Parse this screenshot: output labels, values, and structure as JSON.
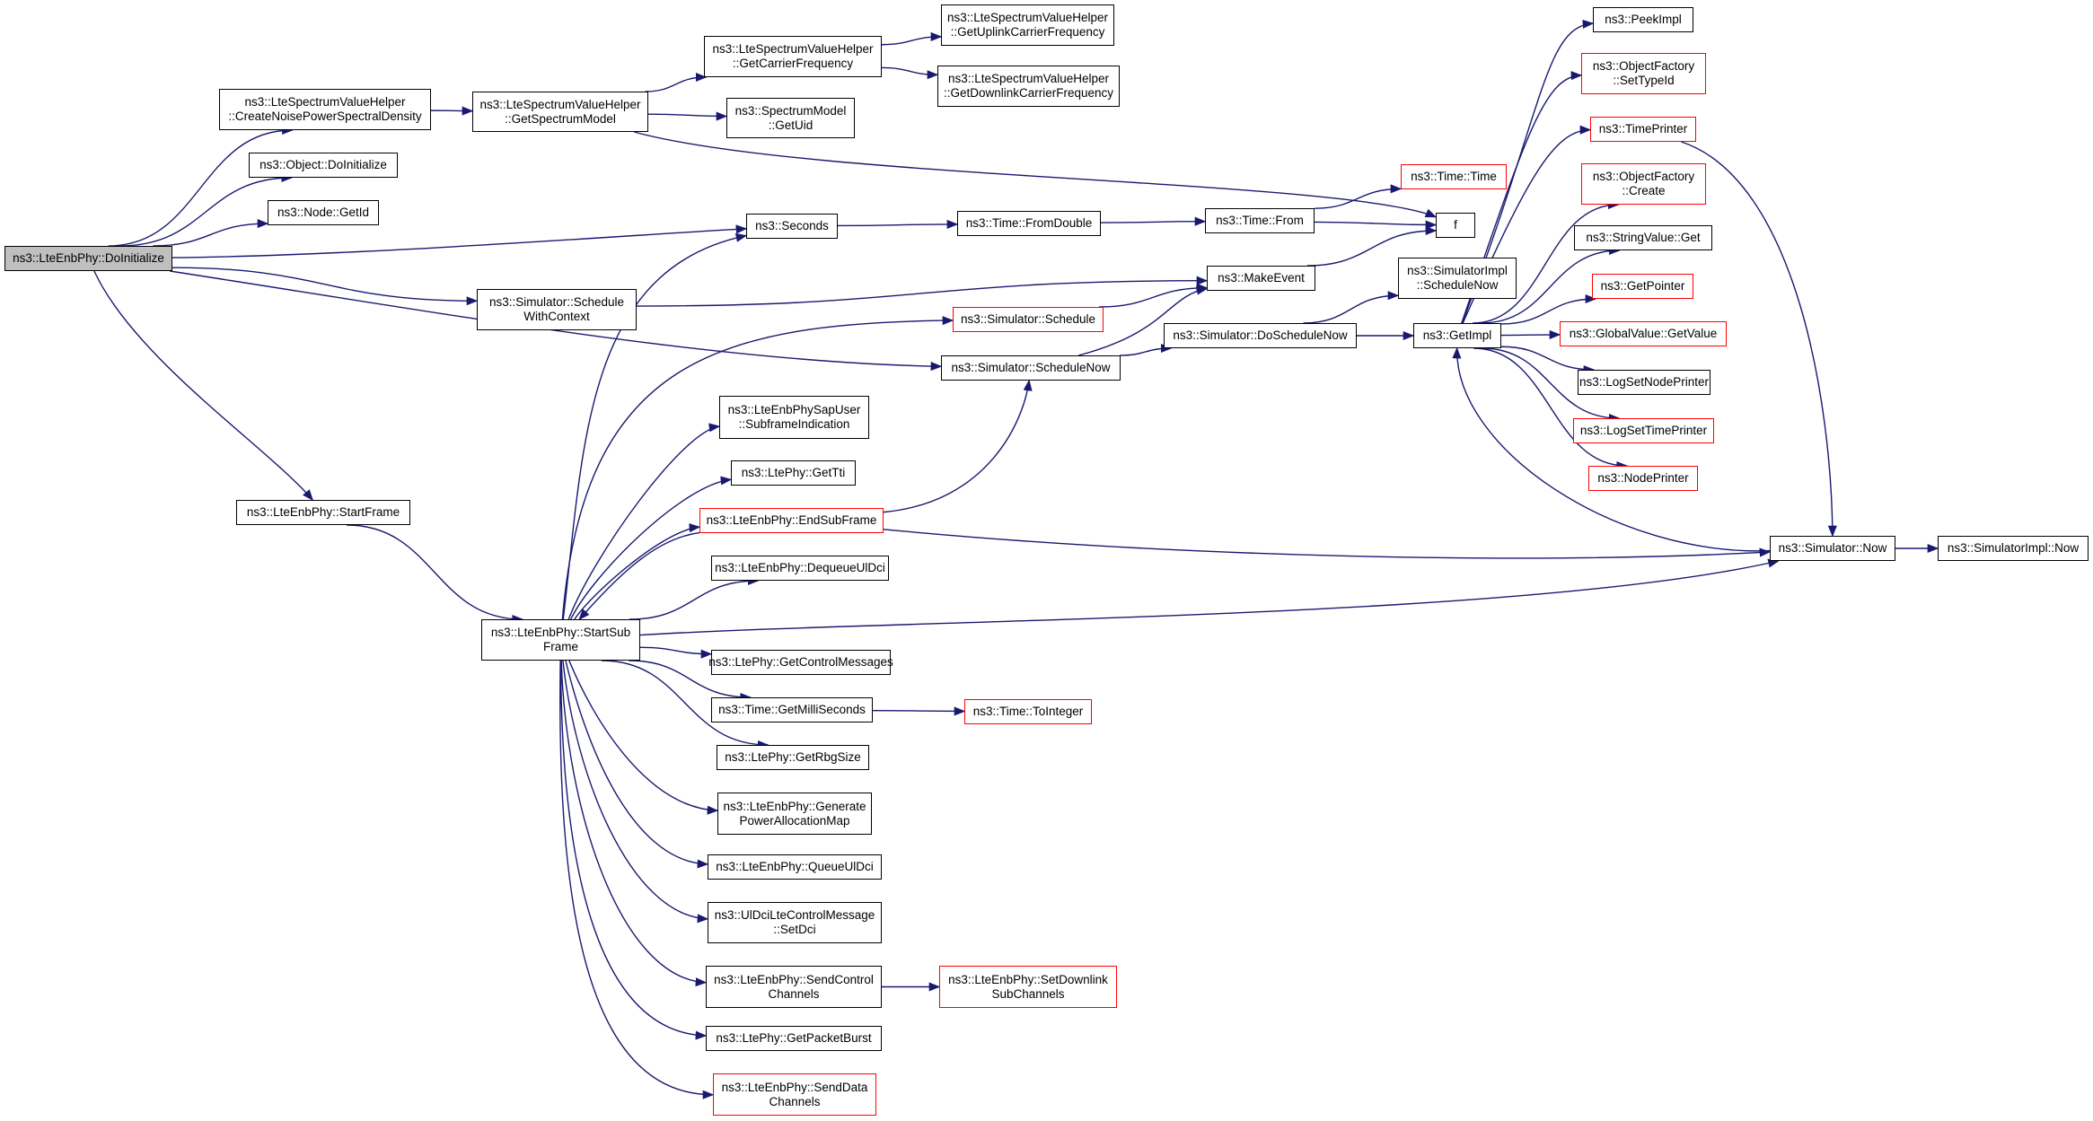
{
  "graph": {
    "edge_color": "#191970",
    "nodes": [
      {
        "id": "root",
        "label": "ns3::LteEnbPhy::DoInitialize",
        "root": true
      },
      {
        "id": "createNoise",
        "label": "ns3::LteSpectrumValueHelper\n::CreateNoisePowerSpectralDensity"
      },
      {
        "id": "objInit",
        "label": "ns3::Object::DoInitialize"
      },
      {
        "id": "nodeGetId",
        "label": "ns3::Node::GetId"
      },
      {
        "id": "startFrame",
        "label": "ns3::LteEnbPhy::StartFrame"
      },
      {
        "id": "getSpectrumModel",
        "label": "ns3::LteSpectrumValueHelper\n::GetSpectrumModel"
      },
      {
        "id": "seconds",
        "label": "ns3::Seconds"
      },
      {
        "id": "schedWithCtx",
        "label": "ns3::Simulator::Schedule\nWithContext"
      },
      {
        "id": "startSubFrame",
        "label": "ns3::LteEnbPhy::StartSub\nFrame"
      },
      {
        "id": "getCarrierFreq",
        "label": "ns3::LteSpectrumValueHelper\n::GetCarrierFrequency"
      },
      {
        "id": "getUid",
        "label": "ns3::SpectrumModel\n::GetUid"
      },
      {
        "id": "simSchedule",
        "label": "ns3::Simulator::Schedule",
        "red": true
      },
      {
        "id": "sapUser",
        "label": "ns3::LteEnbPhySapUser\n::SubframeIndication"
      },
      {
        "id": "getTti",
        "label": "ns3::LtePhy::GetTti"
      },
      {
        "id": "endSubFrame",
        "label": "ns3::LteEnbPhy::EndSubFrame",
        "red": true
      },
      {
        "id": "dequeue",
        "label": "ns3::LteEnbPhy::DequeueUlDci"
      },
      {
        "id": "getCtrlMsgs",
        "label": "ns3::LtePhy::GetControlMessages"
      },
      {
        "id": "getMilli",
        "label": "ns3::Time::GetMilliSeconds"
      },
      {
        "id": "getRbg",
        "label": "ns3::LtePhy::GetRbgSize"
      },
      {
        "id": "genPower",
        "label": "ns3::LteEnbPhy::Generate\nPowerAllocationMap"
      },
      {
        "id": "queueUlDci",
        "label": "ns3::LteEnbPhy::QueueUlDci"
      },
      {
        "id": "setDci",
        "label": "ns3::UlDciLteControlMessage\n::SetDci"
      },
      {
        "id": "sendCtrl",
        "label": "ns3::LteEnbPhy::SendControl\nChannels"
      },
      {
        "id": "getPacketBurst",
        "label": "ns3::LtePhy::GetPacketBurst"
      },
      {
        "id": "sendData",
        "label": "ns3::LteEnbPhy::SendData\nChannels",
        "red": true
      },
      {
        "id": "schedNow",
        "label": "ns3::Simulator::ScheduleNow"
      },
      {
        "id": "getUplink",
        "label": "ns3::LteSpectrumValueHelper\n::GetUplinkCarrierFrequency"
      },
      {
        "id": "getDownlink",
        "label": "ns3::LteSpectrumValueHelper\n::GetDownlinkCarrierFrequency"
      },
      {
        "id": "fromDouble",
        "label": "ns3::Time::FromDouble"
      },
      {
        "id": "toInteger",
        "label": "ns3::Time::ToInteger",
        "red": true
      },
      {
        "id": "setDownlink",
        "label": "ns3::LteEnbPhy::SetDownlink\nSubChannels",
        "red": true
      },
      {
        "id": "timeFrom",
        "label": "ns3::Time::From"
      },
      {
        "id": "makeEvent",
        "label": "ns3::MakeEvent"
      },
      {
        "id": "doScheduleNow",
        "label": "ns3::Simulator::DoScheduleNow"
      },
      {
        "id": "timeTime",
        "label": "ns3::Time::Time",
        "red": true
      },
      {
        "id": "f",
        "label": "f"
      },
      {
        "id": "implSchedNow",
        "label": "ns3::SimulatorImpl\n::ScheduleNow"
      },
      {
        "id": "getImpl",
        "label": "ns3::GetImpl"
      },
      {
        "id": "peekImpl",
        "label": "ns3::PeekImpl"
      },
      {
        "id": "setTypeId",
        "label": "ns3::ObjectFactory\n::SetTypeId",
        "red": true
      },
      {
        "id": "timePrinter",
        "label": "ns3::TimePrinter",
        "red": true
      },
      {
        "id": "ofCreate",
        "label": "ns3::ObjectFactory\n::Create",
        "red": true
      },
      {
        "id": "stringGet",
        "label": "ns3::StringValue::Get"
      },
      {
        "id": "getPointer",
        "label": "ns3::GetPointer",
        "red": true
      },
      {
        "id": "globalGet",
        "label": "ns3::GlobalValue::GetValue",
        "red": true
      },
      {
        "id": "logNode",
        "label": "ns3::LogSetNodePrinter"
      },
      {
        "id": "logTime",
        "label": "ns3::LogSetTimePrinter",
        "red": true
      },
      {
        "id": "nodePrinter",
        "label": "ns3::NodePrinter",
        "red": true
      },
      {
        "id": "simNow",
        "label": "ns3::Simulator::Now"
      },
      {
        "id": "implNow",
        "label": "ns3::SimulatorImpl::Now"
      }
    ],
    "edges": [
      [
        "root",
        "createNoise"
      ],
      [
        "root",
        "objInit"
      ],
      [
        "root",
        "nodeGetId"
      ],
      [
        "root",
        "seconds"
      ],
      [
        "root",
        "schedWithCtx"
      ],
      [
        "root",
        "schedNow"
      ],
      [
        "root",
        "startFrame"
      ],
      [
        "createNoise",
        "getSpectrumModel"
      ],
      [
        "getSpectrumModel",
        "getCarrierFreq"
      ],
      [
        "getSpectrumModel",
        "getUid"
      ],
      [
        "getSpectrumModel",
        "f"
      ],
      [
        "getCarrierFreq",
        "getUplink"
      ],
      [
        "getCarrierFreq",
        "getDownlink"
      ],
      [
        "seconds",
        "fromDouble"
      ],
      [
        "fromDouble",
        "timeFrom"
      ],
      [
        "timeFrom",
        "timeTime"
      ],
      [
        "timeFrom",
        "f"
      ],
      [
        "schedWithCtx",
        "makeEvent"
      ],
      [
        "simSchedule",
        "makeEvent"
      ],
      [
        "schedNow",
        "makeEvent"
      ],
      [
        "makeEvent",
        "f"
      ],
      [
        "schedNow",
        "doScheduleNow"
      ],
      [
        "doScheduleNow",
        "implSchedNow"
      ],
      [
        "doScheduleNow",
        "getImpl"
      ],
      [
        "getImpl",
        "peekImpl"
      ],
      [
        "getImpl",
        "setTypeId"
      ],
      [
        "getImpl",
        "timePrinter"
      ],
      [
        "getImpl",
        "ofCreate"
      ],
      [
        "getImpl",
        "stringGet"
      ],
      [
        "getImpl",
        "getPointer"
      ],
      [
        "getImpl",
        "globalGet"
      ],
      [
        "getImpl",
        "logNode"
      ],
      [
        "getImpl",
        "logTime"
      ],
      [
        "getImpl",
        "nodePrinter"
      ],
      [
        "simNow",
        "getImpl"
      ],
      [
        "timePrinter",
        "simNow"
      ],
      [
        "simNow",
        "implNow"
      ],
      [
        "startFrame",
        "startSubFrame"
      ],
      [
        "startSubFrame",
        "seconds"
      ],
      [
        "startSubFrame",
        "simSchedule"
      ],
      [
        "startSubFrame",
        "sapUser"
      ],
      [
        "startSubFrame",
        "getTti"
      ],
      [
        "startSubFrame",
        "endSubFrame"
      ],
      [
        "startSubFrame",
        "dequeue"
      ],
      [
        "startSubFrame",
        "getCtrlMsgs"
      ],
      [
        "startSubFrame",
        "getMilli"
      ],
      [
        "startSubFrame",
        "getRbg"
      ],
      [
        "startSubFrame",
        "genPower"
      ],
      [
        "startSubFrame",
        "queueUlDci"
      ],
      [
        "startSubFrame",
        "setDci"
      ],
      [
        "startSubFrame",
        "sendCtrl"
      ],
      [
        "startSubFrame",
        "getPacketBurst"
      ],
      [
        "startSubFrame",
        "sendData"
      ],
      [
        "startSubFrame",
        "simNow"
      ],
      [
        "endSubFrame",
        "startSubFrame"
      ],
      [
        "endSubFrame",
        "schedNow"
      ],
      [
        "endSubFrame",
        "simNow"
      ],
      [
        "getMilli",
        "toInteger"
      ],
      [
        "sendCtrl",
        "setDownlink"
      ]
    ]
  }
}
